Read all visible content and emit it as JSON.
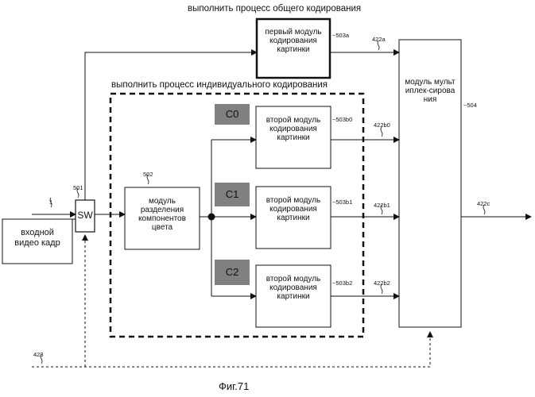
{
  "titles": {
    "common": "выполнить процесс общего кодирования",
    "individual": "выполнить процесс индивидуального кодирования",
    "figure": "Фиг.71"
  },
  "input_frame": {
    "label": "входной видео кадр"
  },
  "switch": {
    "label": "SW"
  },
  "splitter": {
    "label": "модуль разделения компонентов цвета"
  },
  "first_encoder": {
    "label": "первый модуль кодирования картинки"
  },
  "second_encoders": [
    {
      "tag": "C0",
      "label": "второй модуль кодирования картинки"
    },
    {
      "tag": "C1",
      "label": "второй модуль кодирования картинки"
    },
    {
      "tag": "C2",
      "label": "второй модуль кодирования картинки"
    }
  ],
  "multiplexer": {
    "label": "модуль мультиплек-сирования"
  },
  "refs": {
    "r1": "1",
    "r501": "501",
    "r502": "502",
    "r503a": "~503a",
    "r422a": "422a",
    "r503b0": "~503b0",
    "r422b0": "422b0",
    "r503b1": "~503b1",
    "r422b1": "422b1",
    "r503b2": "~503b2",
    "r422b2": "422b2",
    "r504": "~504",
    "r422c": "422c",
    "r423": "423"
  },
  "colors": {
    "line": "#111111",
    "tag_fill": "#808080"
  }
}
